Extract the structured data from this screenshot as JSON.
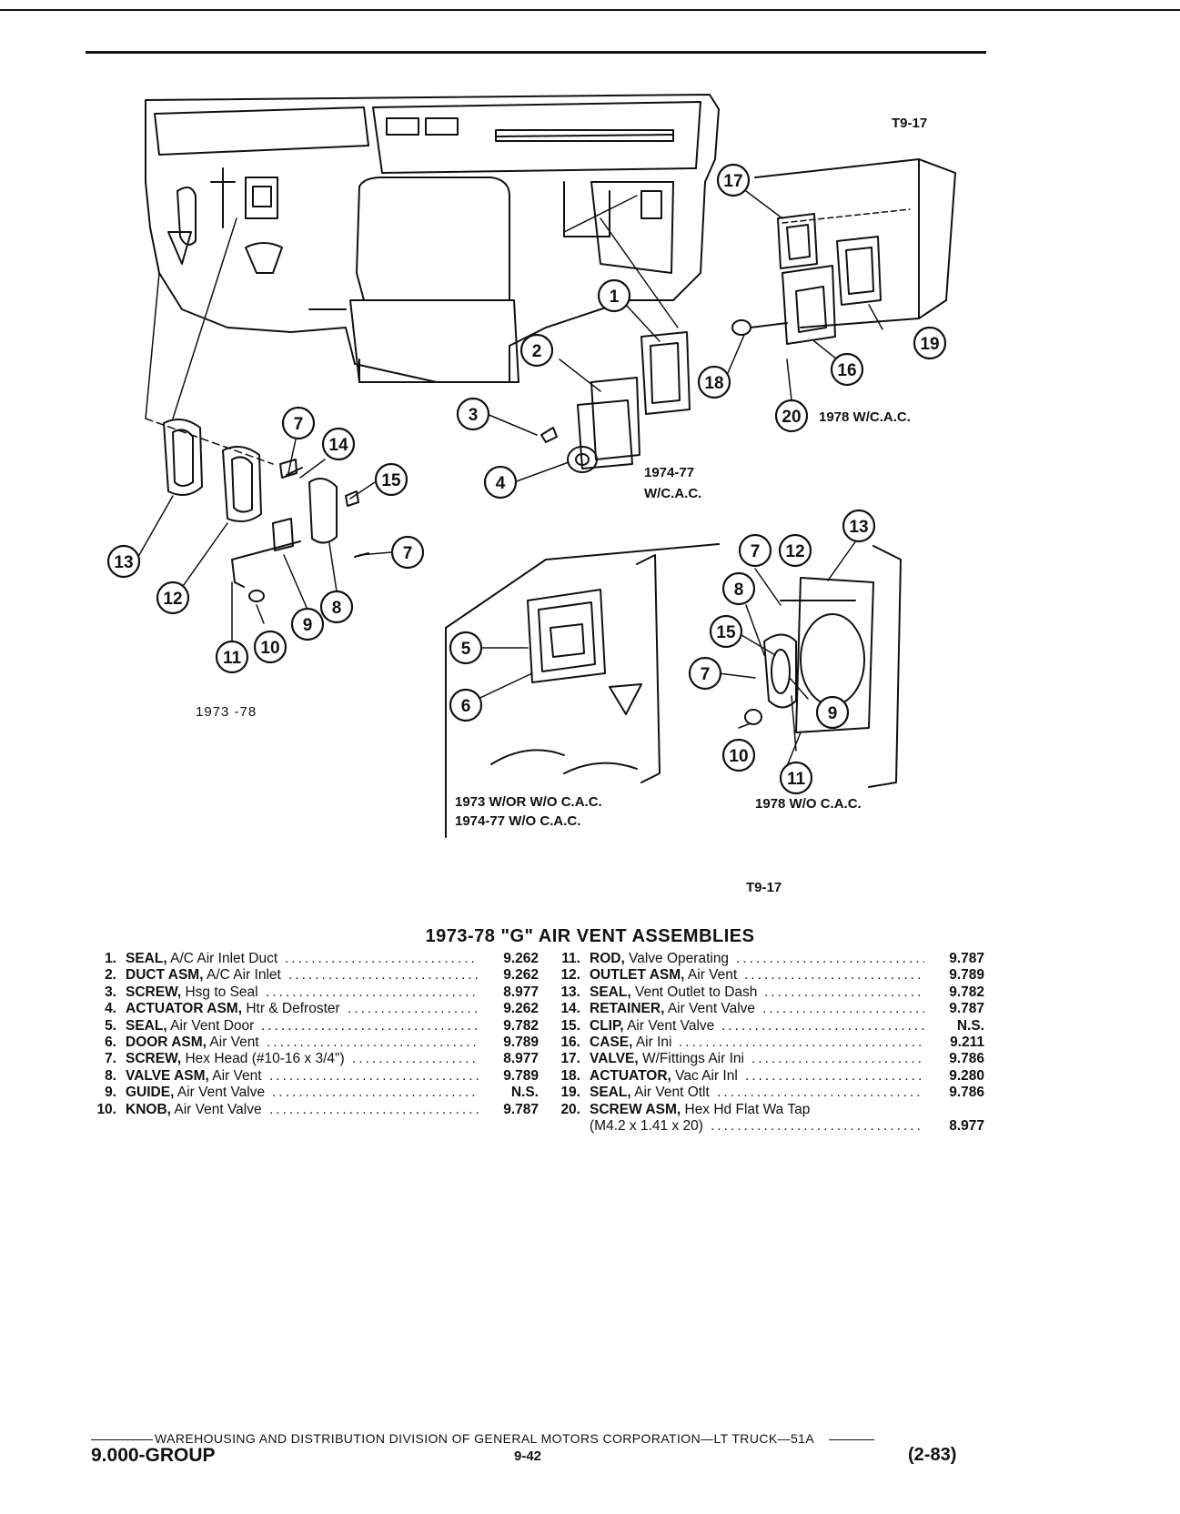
{
  "figure": {
    "code_top": "T9-17",
    "code_bottom": "T9-17",
    "captions": {
      "c1978_cac": "1978 W/C.A.C.",
      "c1974_77_cac_line1": "1974-77",
      "c1974_77_cac_line2": "W/C.A.C.",
      "c1973_78": "1973 -78",
      "c1973_line1": "1973   W/OR W/O C.A.C.",
      "c1973_line2": "1974-77 W/O C.A.C.",
      "c1978_no_cac": "1978 W/O C.A.C."
    },
    "callouts": [
      "1",
      "2",
      "3",
      "4",
      "5",
      "6",
      "7",
      "8",
      "9",
      "10",
      "11",
      "12",
      "13",
      "14",
      "15",
      "16",
      "17",
      "18",
      "19",
      "20"
    ]
  },
  "parts_list": {
    "title": "1973-78 \"G\" AIR VENT ASSEMBLIES",
    "left": [
      {
        "num": "1.",
        "name": "SEAL,",
        "desc": " A/C Air Inlet Duct",
        "code": "9.262"
      },
      {
        "num": "2.",
        "name": "DUCT ASM,",
        "desc": " A/C Air Inlet",
        "code": "9.262"
      },
      {
        "num": "3.",
        "name": "SCREW,",
        "desc": " Hsg to Seal",
        "code": "8.977"
      },
      {
        "num": "4.",
        "name": "ACTUATOR ASM,",
        "desc": " Htr & Defroster",
        "code": "9.262"
      },
      {
        "num": "5.",
        "name": "SEAL,",
        "desc": " Air Vent Door",
        "code": "9.782"
      },
      {
        "num": "6.",
        "name": "DOOR ASM,",
        "desc": " Air Vent",
        "code": "9.789"
      },
      {
        "num": "7.",
        "name": "SCREW,",
        "desc": " Hex Head (#10-16 x 3/4\")",
        "code": "8.977"
      },
      {
        "num": "8.",
        "name": "VALVE ASM,",
        "desc": " Air Vent",
        "code": "9.789"
      },
      {
        "num": "9.",
        "name": "GUIDE,",
        "desc": " Air Vent Valve",
        "code": "N.S."
      },
      {
        "num": "10.",
        "name": "KNOB,",
        "desc": " Air Vent Valve",
        "code": "9.787"
      }
    ],
    "right": [
      {
        "num": "11.",
        "name": "ROD,",
        "desc": " Valve Operating",
        "code": "9.787"
      },
      {
        "num": "12.",
        "name": "OUTLET ASM,",
        "desc": " Air Vent",
        "code": "9.789"
      },
      {
        "num": "13.",
        "name": "SEAL,",
        "desc": " Vent Outlet to Dash",
        "code": "9.782"
      },
      {
        "num": "14.",
        "name": "RETAINER,",
        "desc": " Air Vent Valve",
        "code": "9.787"
      },
      {
        "num": "15.",
        "name": "CLIP,",
        "desc": " Air Vent Valve",
        "code": "N.S."
      },
      {
        "num": "16.",
        "name": "CASE,",
        "desc": " Air Ini",
        "code": "9.211"
      },
      {
        "num": "17.",
        "name": "VALVE,",
        "desc": " W/Fittings Air Ini",
        "code": "9.786"
      },
      {
        "num": "18.",
        "name": "ACTUATOR,",
        "desc": " Vac Air Inl",
        "code": "9.280"
      },
      {
        "num": "19.",
        "name": "SEAL,",
        "desc": " Air Vent Otlt",
        "code": "9.786"
      },
      {
        "num": "20.",
        "name": "SCREW ASM,",
        "desc": " Hex Hd Flat Wa Tap",
        "code": ""
      },
      {
        "num": "",
        "name": "",
        "desc": "(M4.2 x 1.41 x 20)",
        "code": "8.977"
      }
    ]
  },
  "footer": {
    "publisher": "WAREHOUSING AND DISTRIBUTION  DIVISION OF GENERAL MOTORS CORPORATION—LT TRUCK—51A",
    "group": "9.000-GROUP",
    "page": "9-42",
    "date": "(2-83)"
  },
  "colors": {
    "ink": "#111111",
    "paper": "#ffffff"
  }
}
